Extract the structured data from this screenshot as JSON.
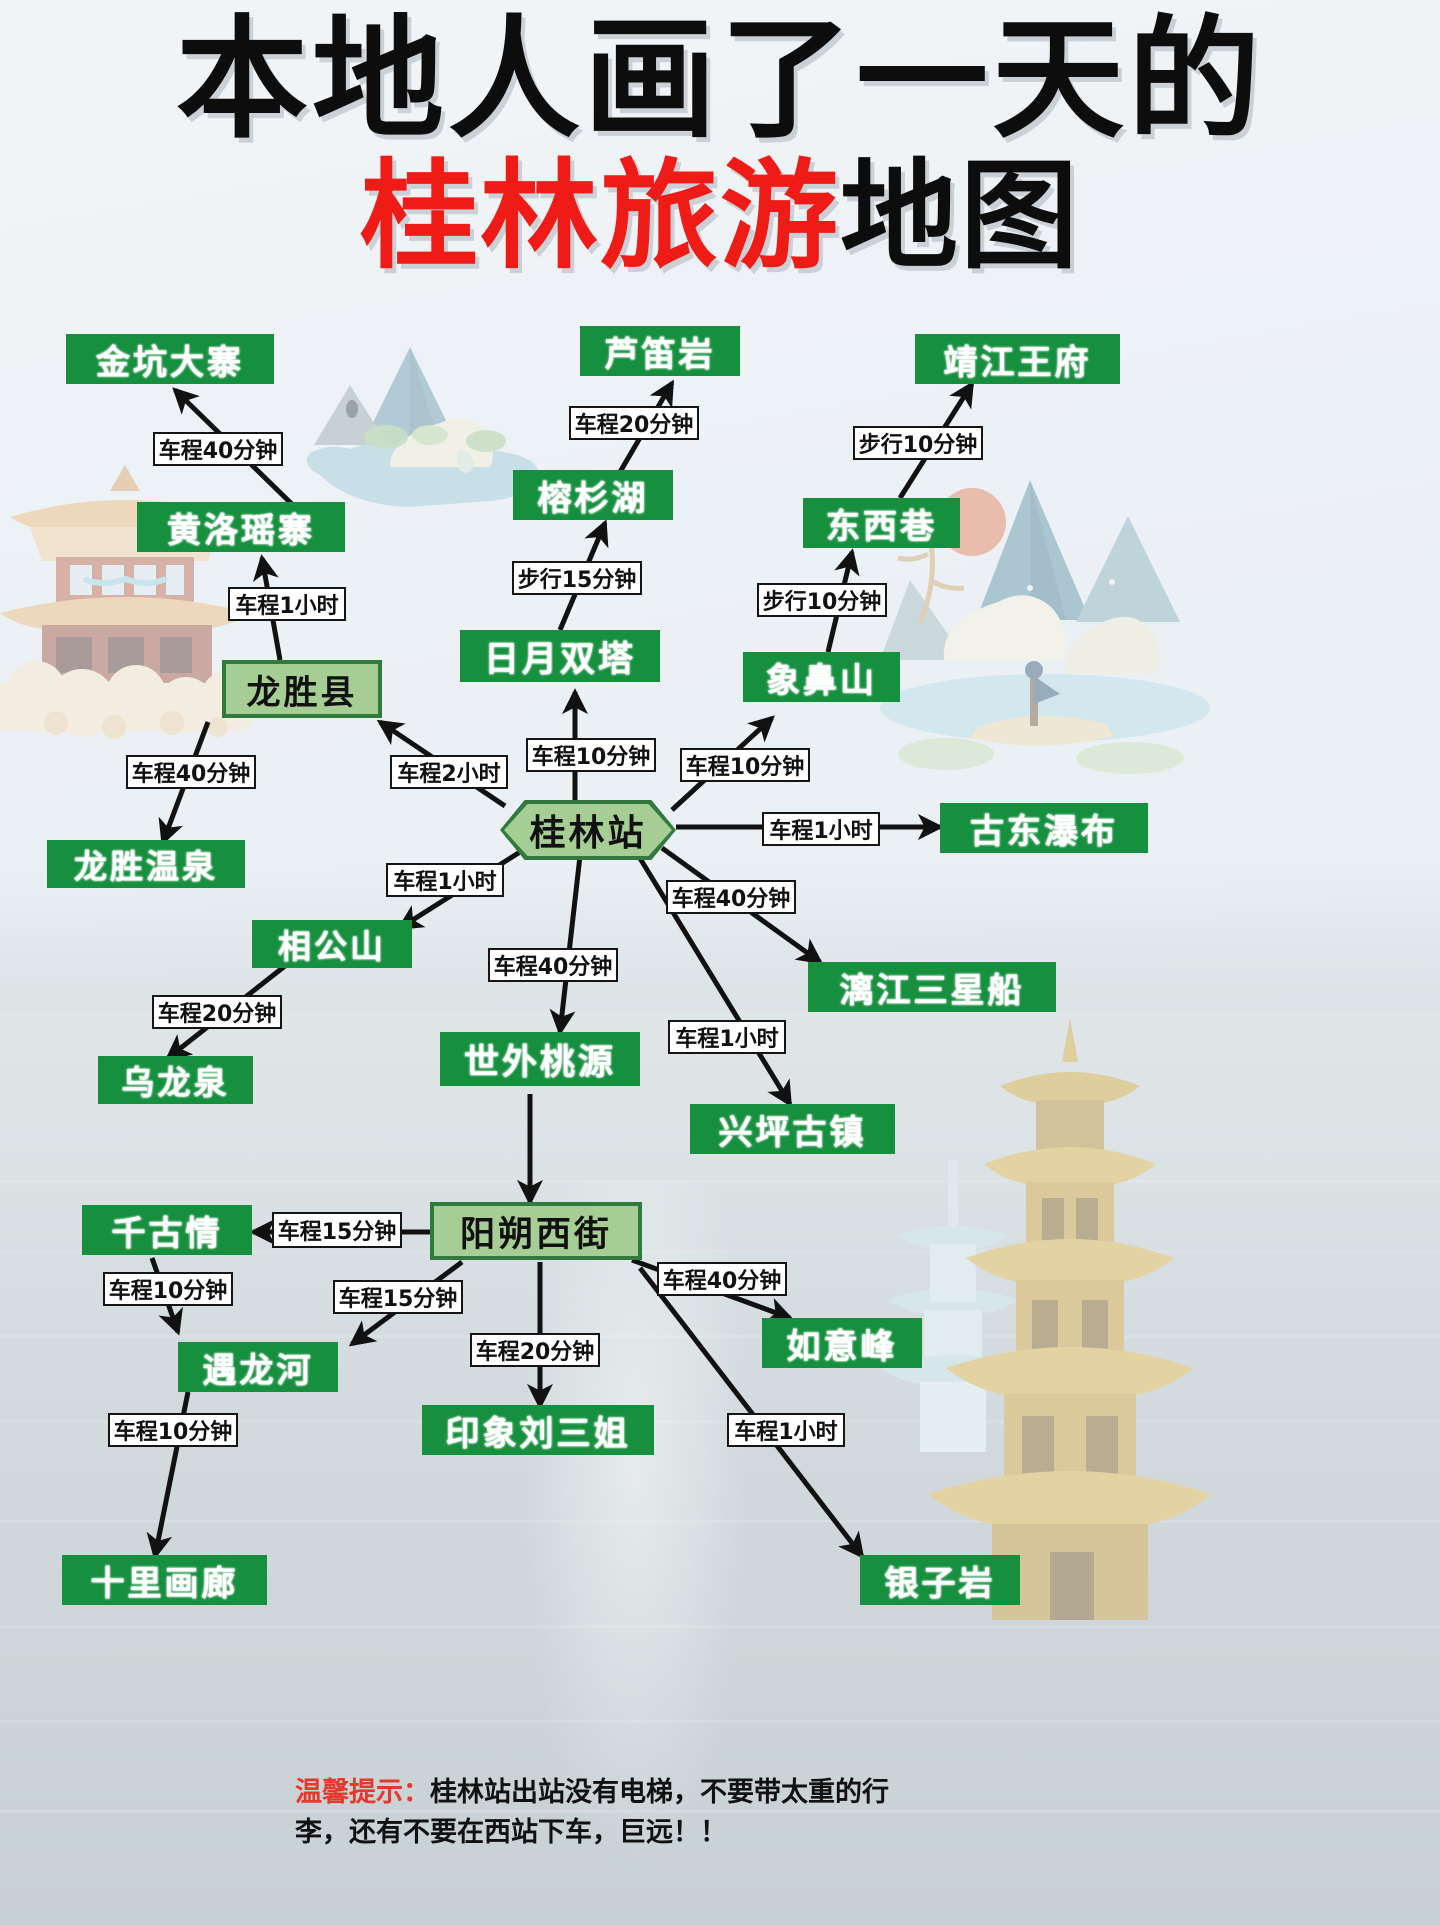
{
  "title": {
    "line1": "本地人画了一天的",
    "line2_red": "桂林旅游",
    "line2_black": "地图"
  },
  "hub_nodes": {
    "guilin_station": "桂林站",
    "longsheng_county": "龙胜县",
    "yangshuo_west_street": "阳朔西街"
  },
  "nodes": [
    {
      "id": "jinkeng",
      "label": "金坑大寨"
    },
    {
      "id": "huangluo",
      "label": "黄洛瑶寨"
    },
    {
      "id": "longsheng_hot_spring",
      "label": "龙胜温泉"
    },
    {
      "id": "xianggongshan",
      "label": "相公山"
    },
    {
      "id": "wulongquan",
      "label": "乌龙泉"
    },
    {
      "id": "ludiyan",
      "label": "芦笛岩"
    },
    {
      "id": "rongshanhu",
      "label": "榕杉湖"
    },
    {
      "id": "riyue_twin_towers",
      "label": "日月双塔"
    },
    {
      "id": "jingjiang_palace",
      "label": "靖江王府"
    },
    {
      "id": "dongxixiang",
      "label": "东西巷"
    },
    {
      "id": "xiangbishan",
      "label": "象鼻山"
    },
    {
      "id": "gudong_waterfall",
      "label": "古东瀑布"
    },
    {
      "id": "lijiang_sanxing_boat",
      "label": "漓江三星船"
    },
    {
      "id": "xingping_ancient_town",
      "label": "兴坪古镇"
    },
    {
      "id": "shiwaitaoyuan",
      "label": "世外桃源"
    },
    {
      "id": "qianguqing",
      "label": "千古情"
    },
    {
      "id": "yulonghe",
      "label": "遇龙河"
    },
    {
      "id": "shili_gallery",
      "label": "十里画廊"
    },
    {
      "id": "yinxiang_liusanjie",
      "label": "印象刘三姐"
    },
    {
      "id": "ruyifeng",
      "label": "如意峰"
    },
    {
      "id": "yinziyan",
      "label": "银子岩"
    }
  ],
  "edges": [
    {
      "from": "huangluo",
      "to": "jinkeng",
      "label": "车程40分钟"
    },
    {
      "from": "longsheng_county",
      "to": "huangluo",
      "label": "车程1小时"
    },
    {
      "from": "longsheng_county",
      "to": "longsheng_hot_spring",
      "label": "车程40分钟"
    },
    {
      "from": "rongshanhu",
      "to": "ludiyan",
      "label": "车程20分钟"
    },
    {
      "from": "riyue_twin_towers",
      "to": "rongshanhu",
      "label": "步行15分钟"
    },
    {
      "from": "dongxixiang",
      "to": "jingjiang_palace",
      "label": "步行10分钟"
    },
    {
      "from": "xiangbishan",
      "to": "dongxixiang",
      "label": "步行10分钟"
    },
    {
      "from": "guilin_station",
      "to": "longsheng_county",
      "label": "车程2小时"
    },
    {
      "from": "guilin_station",
      "to": "riyue_twin_towers",
      "label": "车程10分钟"
    },
    {
      "from": "guilin_station",
      "to": "xiangbishan",
      "label": "车程10分钟"
    },
    {
      "from": "guilin_station",
      "to": "gudong_waterfall",
      "label": "车程1小时"
    },
    {
      "from": "guilin_station",
      "to": "xianggongshan",
      "label": "车程1小时"
    },
    {
      "from": "guilin_station",
      "to": "lijiang_sanxing_boat",
      "label": "车程40分钟"
    },
    {
      "from": "guilin_station",
      "to": "shiwaitaoyuan",
      "label": "车程40分钟"
    },
    {
      "from": "guilin_station",
      "to": "xingping_ancient_town",
      "label": "车程1小时"
    },
    {
      "from": "xianggongshan",
      "to": "wulongquan",
      "label": "车程20分钟"
    },
    {
      "from": "shiwaitaoyuan",
      "to": "yangshuo_west_street",
      "label": ""
    },
    {
      "from": "yangshuo_west_street",
      "to": "qianguqing",
      "label": "车程15分钟"
    },
    {
      "from": "qianguqing",
      "to": "yulonghe",
      "label": "车程10分钟"
    },
    {
      "from": "yangshuo_west_street",
      "to": "yulonghe",
      "label": "车程15分钟"
    },
    {
      "from": "yulonghe",
      "to": "shili_gallery",
      "label": "车程10分钟"
    },
    {
      "from": "yangshuo_west_street",
      "to": "yinxiang_liusanjie",
      "label": "车程20分钟"
    },
    {
      "from": "yangshuo_west_street",
      "to": "ruyifeng",
      "label": "车程40分钟"
    },
    {
      "from": "yangshuo_west_street",
      "to": "yinziyan",
      "label": "车程1小时"
    }
  ],
  "edge_labels": {
    "huangluo_jinkeng": "车程40分钟",
    "longsheng_huangluo": "车程1小时",
    "longsheng_hotspring": "车程40分钟",
    "rongshanhu_ludiyan": "车程20分钟",
    "riyue_rongshanhu": "步行15分钟",
    "dongxixiang_jingjiang": "步行10分钟",
    "xiangbishan_dongxixiang": "步行10分钟",
    "station_longsheng": "车程2小时",
    "station_riyue": "车程10分钟",
    "station_xiangbishan": "车程10分钟",
    "station_gudong": "车程1小时",
    "station_xianggong": "车程1小时",
    "station_lijiang": "车程40分钟",
    "station_shiwai": "车程40分钟",
    "station_xingping": "车程1小时",
    "xianggong_wulong": "车程20分钟",
    "yangshuo_qiangu": "车程15分钟",
    "qiangu_yulong": "车程10分钟",
    "yangshuo_yulong": "车程15分钟",
    "yulong_shili": "车程10分钟",
    "yangshuo_yinxiang": "车程20分钟",
    "yangshuo_ruyi": "车程40分钟",
    "yangshuo_yinzi": "车程1小时"
  },
  "tip": {
    "prefix": "温馨提示：",
    "body": "桂林站出站没有电梯，不要带太重的行李，还有不要在西站下车，巨远！！"
  },
  "colors": {
    "node_green": "#16903f",
    "hub_green": "#a6cd93",
    "hub_border": "#2f7a3c",
    "title_red": "#ef1b17",
    "tip_red": "#e8382c",
    "label_border": "#151515"
  }
}
